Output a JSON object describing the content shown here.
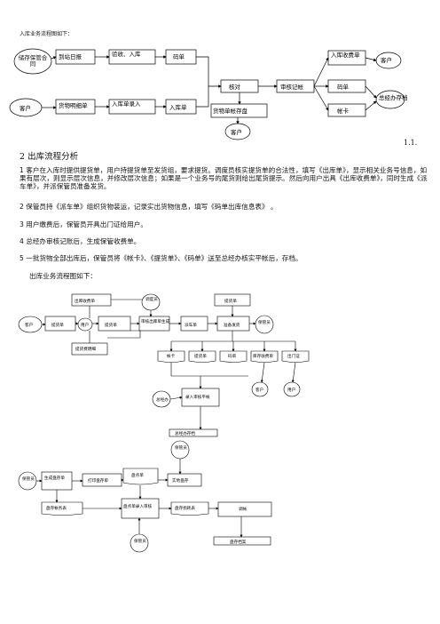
{
  "doc": {
    "intro_inbound": "入库业务流程图如下：",
    "section_number": "1.1.",
    "heading_outbound": "2  出库流程分析",
    "steps": [
      "1    客户在入库时提供提货单，用户持提货单至发货组，要求提货。调度员核实提货单的合法性，填写《出库单》，显示相关业务号信息，如果有层次，则显示层次信息，并修改层次信息；如果是一个业务号的尾货则给出尾货提示。然后向用户出具《出库收费单》，同时生成《派车单》，并派保管员准备发货。",
      "2    保管员持《派车单》组织货物装运，记录实出货物信息，填写《码单出库信息表》 。",
      "3    用户缴费后，保管员开具出门证给用户。",
      "4    总经办审核记账后，生成保管收费单。",
      "5    一批货物全部出库后，保管员将《帐卡》、《提货单》、《码单》送至总经办核实平帐后，存档。"
    ],
    "intro_outbound": "出库业务流程图如下："
  },
  "flow1": {
    "n_contract": "储存保管合同",
    "n_arrival": "到站日报",
    "n_inspect": "验收、入库",
    "n_code": "码单",
    "n_client": "客户",
    "n_manifest": "货物明细单",
    "n_inmanifest": "入库单录入",
    "n_insheet": "入库单",
    "n_check": "核对",
    "n_review": "审核记帐",
    "n_storage": "货物单帐存盘",
    "n_client2": "客户",
    "n_infee": "入库收费单",
    "n_code2": "码单",
    "n_card": "帐卡",
    "n_client3": "客户",
    "n_archive": "总经办存档"
  },
  "flow2": {
    "n_outfee": "出库收费单",
    "n_dispatcher": "调度员",
    "n_pickup": "提货单",
    "n_client": "客户",
    "n_user": "用户",
    "n_pickup2": "提货单",
    "n_checkmake": "审核出库单生成",
    "n_truck": "派车单",
    "n_delivery": "提货单",
    "n_shipping": "准备发货",
    "n_keeper": "保管员",
    "n_feedetail": "提货费明细",
    "n_d_card": "帐卡",
    "n_d_pickup": "提货单",
    "n_d_code": "码单",
    "n_d_infee": "库存收费单",
    "n_d_gate": "出门证",
    "n_admin": "总经办",
    "n_ledger": "录入审核平帐",
    "n_client2": "客户",
    "n_user2": "用户",
    "n_archive": "总经办存档"
  },
  "flow3": {
    "n_keeper": "保管员",
    "n_clerk": "保管员",
    "n_print": "打印盘存单",
    "n_fill": "生成盘存单",
    "n_count": "盘点单",
    "n_actual": "实地盘存",
    "n_ledger": "盘存帐务表",
    "n_entry": "盘点单录入审核",
    "n_table": "盘存损耗表",
    "n_adjust": "调帐",
    "n_archive": "盘存档案",
    "n_keeper2": "保管员"
  }
}
